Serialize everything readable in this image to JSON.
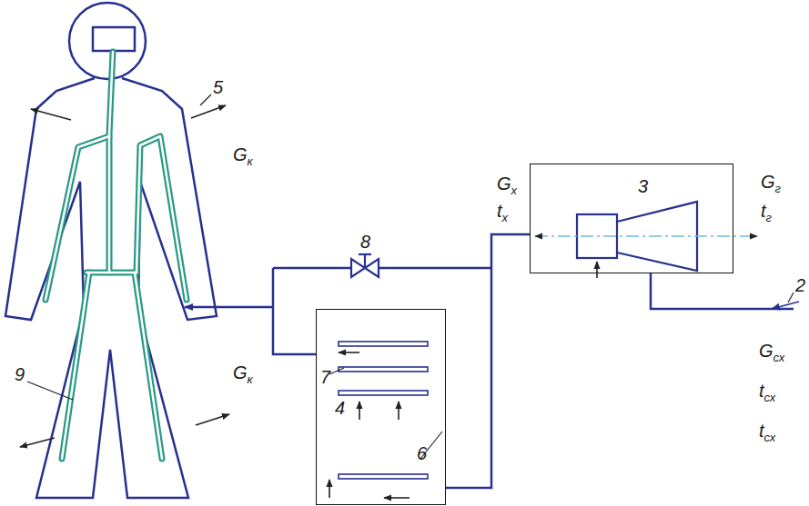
{
  "diagram": {
    "nodes": [
      {
        "text": [
          "3"
        ]
      },
      {
        "text": [
          "7",
          "4",
          "6"
        ]
      }
    ],
    "edges": [
      {
        "from": 0,
        "to": 1,
        "arrow": "none"
      }
    ],
    "labels": [
      "5",
      "9",
      "Gк",
      "Gк",
      "8",
      "Gх",
      "tх",
      "Gг",
      "tг",
      "2",
      "Gсх",
      "tсх",
      "tсх"
    ]
  }
}
